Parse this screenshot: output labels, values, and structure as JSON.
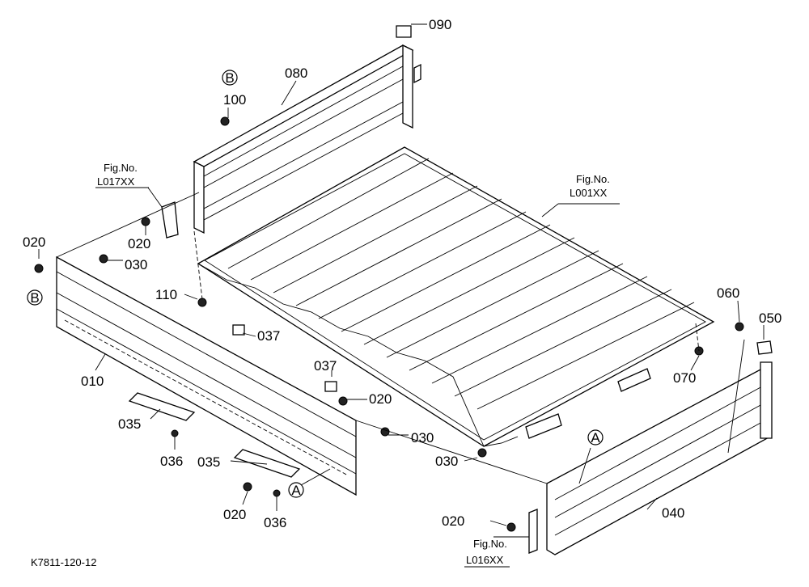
{
  "diagram": {
    "code": "K7811-120-12",
    "fig_refs": {
      "top_left": {
        "fig": "Fig.No.",
        "ref": "L017XX"
      },
      "top_right": {
        "fig": "Fig.No.",
        "ref": "L001XX"
      },
      "bottom": {
        "fig": "Fig.No.",
        "ref": "L016XX"
      }
    },
    "callouts": {
      "B": "B",
      "A": "A"
    },
    "parts": {
      "p090": "090",
      "p080": "080",
      "p100": "100",
      "p020_a": "020",
      "p020_b": "020",
      "p030_a": "030",
      "p110": "110",
      "p037_a": "037",
      "p010": "010",
      "p035_a": "035",
      "p036_a": "036",
      "p037_b": "037",
      "p020_c": "020",
      "p030_b": "030",
      "p035_b": "035",
      "p020_d": "020",
      "p036_b": "036",
      "p030_c": "030",
      "p060": "060",
      "p050": "050",
      "p070": "070",
      "p040": "040",
      "p020_e": "020"
    }
  }
}
